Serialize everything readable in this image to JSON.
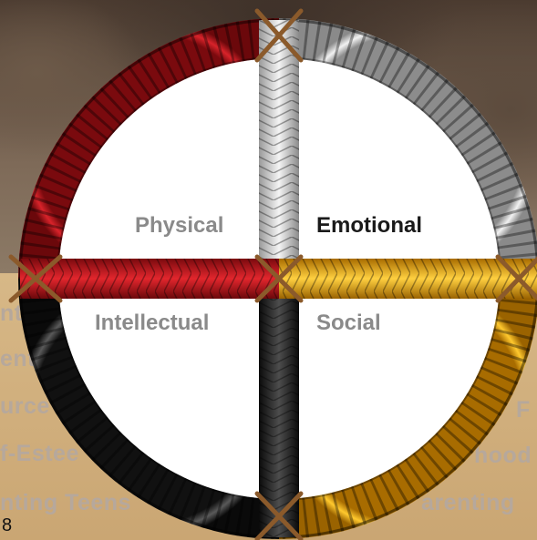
{
  "background": {
    "left_fragments": [
      "nt",
      "ent",
      "urce",
      "f-Estee",
      "nting Teens"
    ],
    "right_fragments": [
      "F",
      "hood",
      "arenting"
    ]
  },
  "page_number": "8",
  "wheel": {
    "quadrants": {
      "top_left": "Physical",
      "top_right": "Emotional",
      "bottom_left": "Intellectual",
      "bottom_right": "Social"
    },
    "colors": {
      "red": "#c8161d",
      "white": "#d9d9d9",
      "yellow": "#f0b020",
      "black": "#2a2a2a",
      "label_gray": "#8a8a8a",
      "label_dark": "#1a1a1a"
    }
  }
}
